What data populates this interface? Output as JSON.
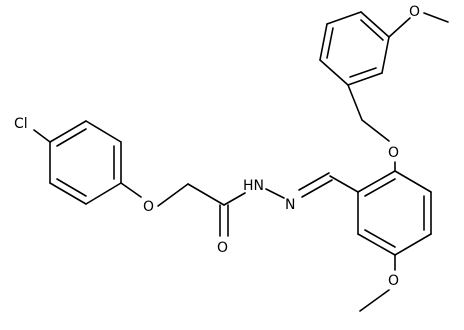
{
  "colors": {
    "background": "#ffffff",
    "bond": "#000000",
    "label": "#000000"
  },
  "atom_labels": {
    "chlorine": "Cl",
    "ether_oxygen_phenoxy": "O",
    "carbonyl_oxygen": "O",
    "hydrazide_nh": "HN",
    "hydrazone_n": "N",
    "benzyloxy_oxygen": "O",
    "methoxy_oxygen_top": "O",
    "methoxy_oxygen_bottom": "O"
  }
}
